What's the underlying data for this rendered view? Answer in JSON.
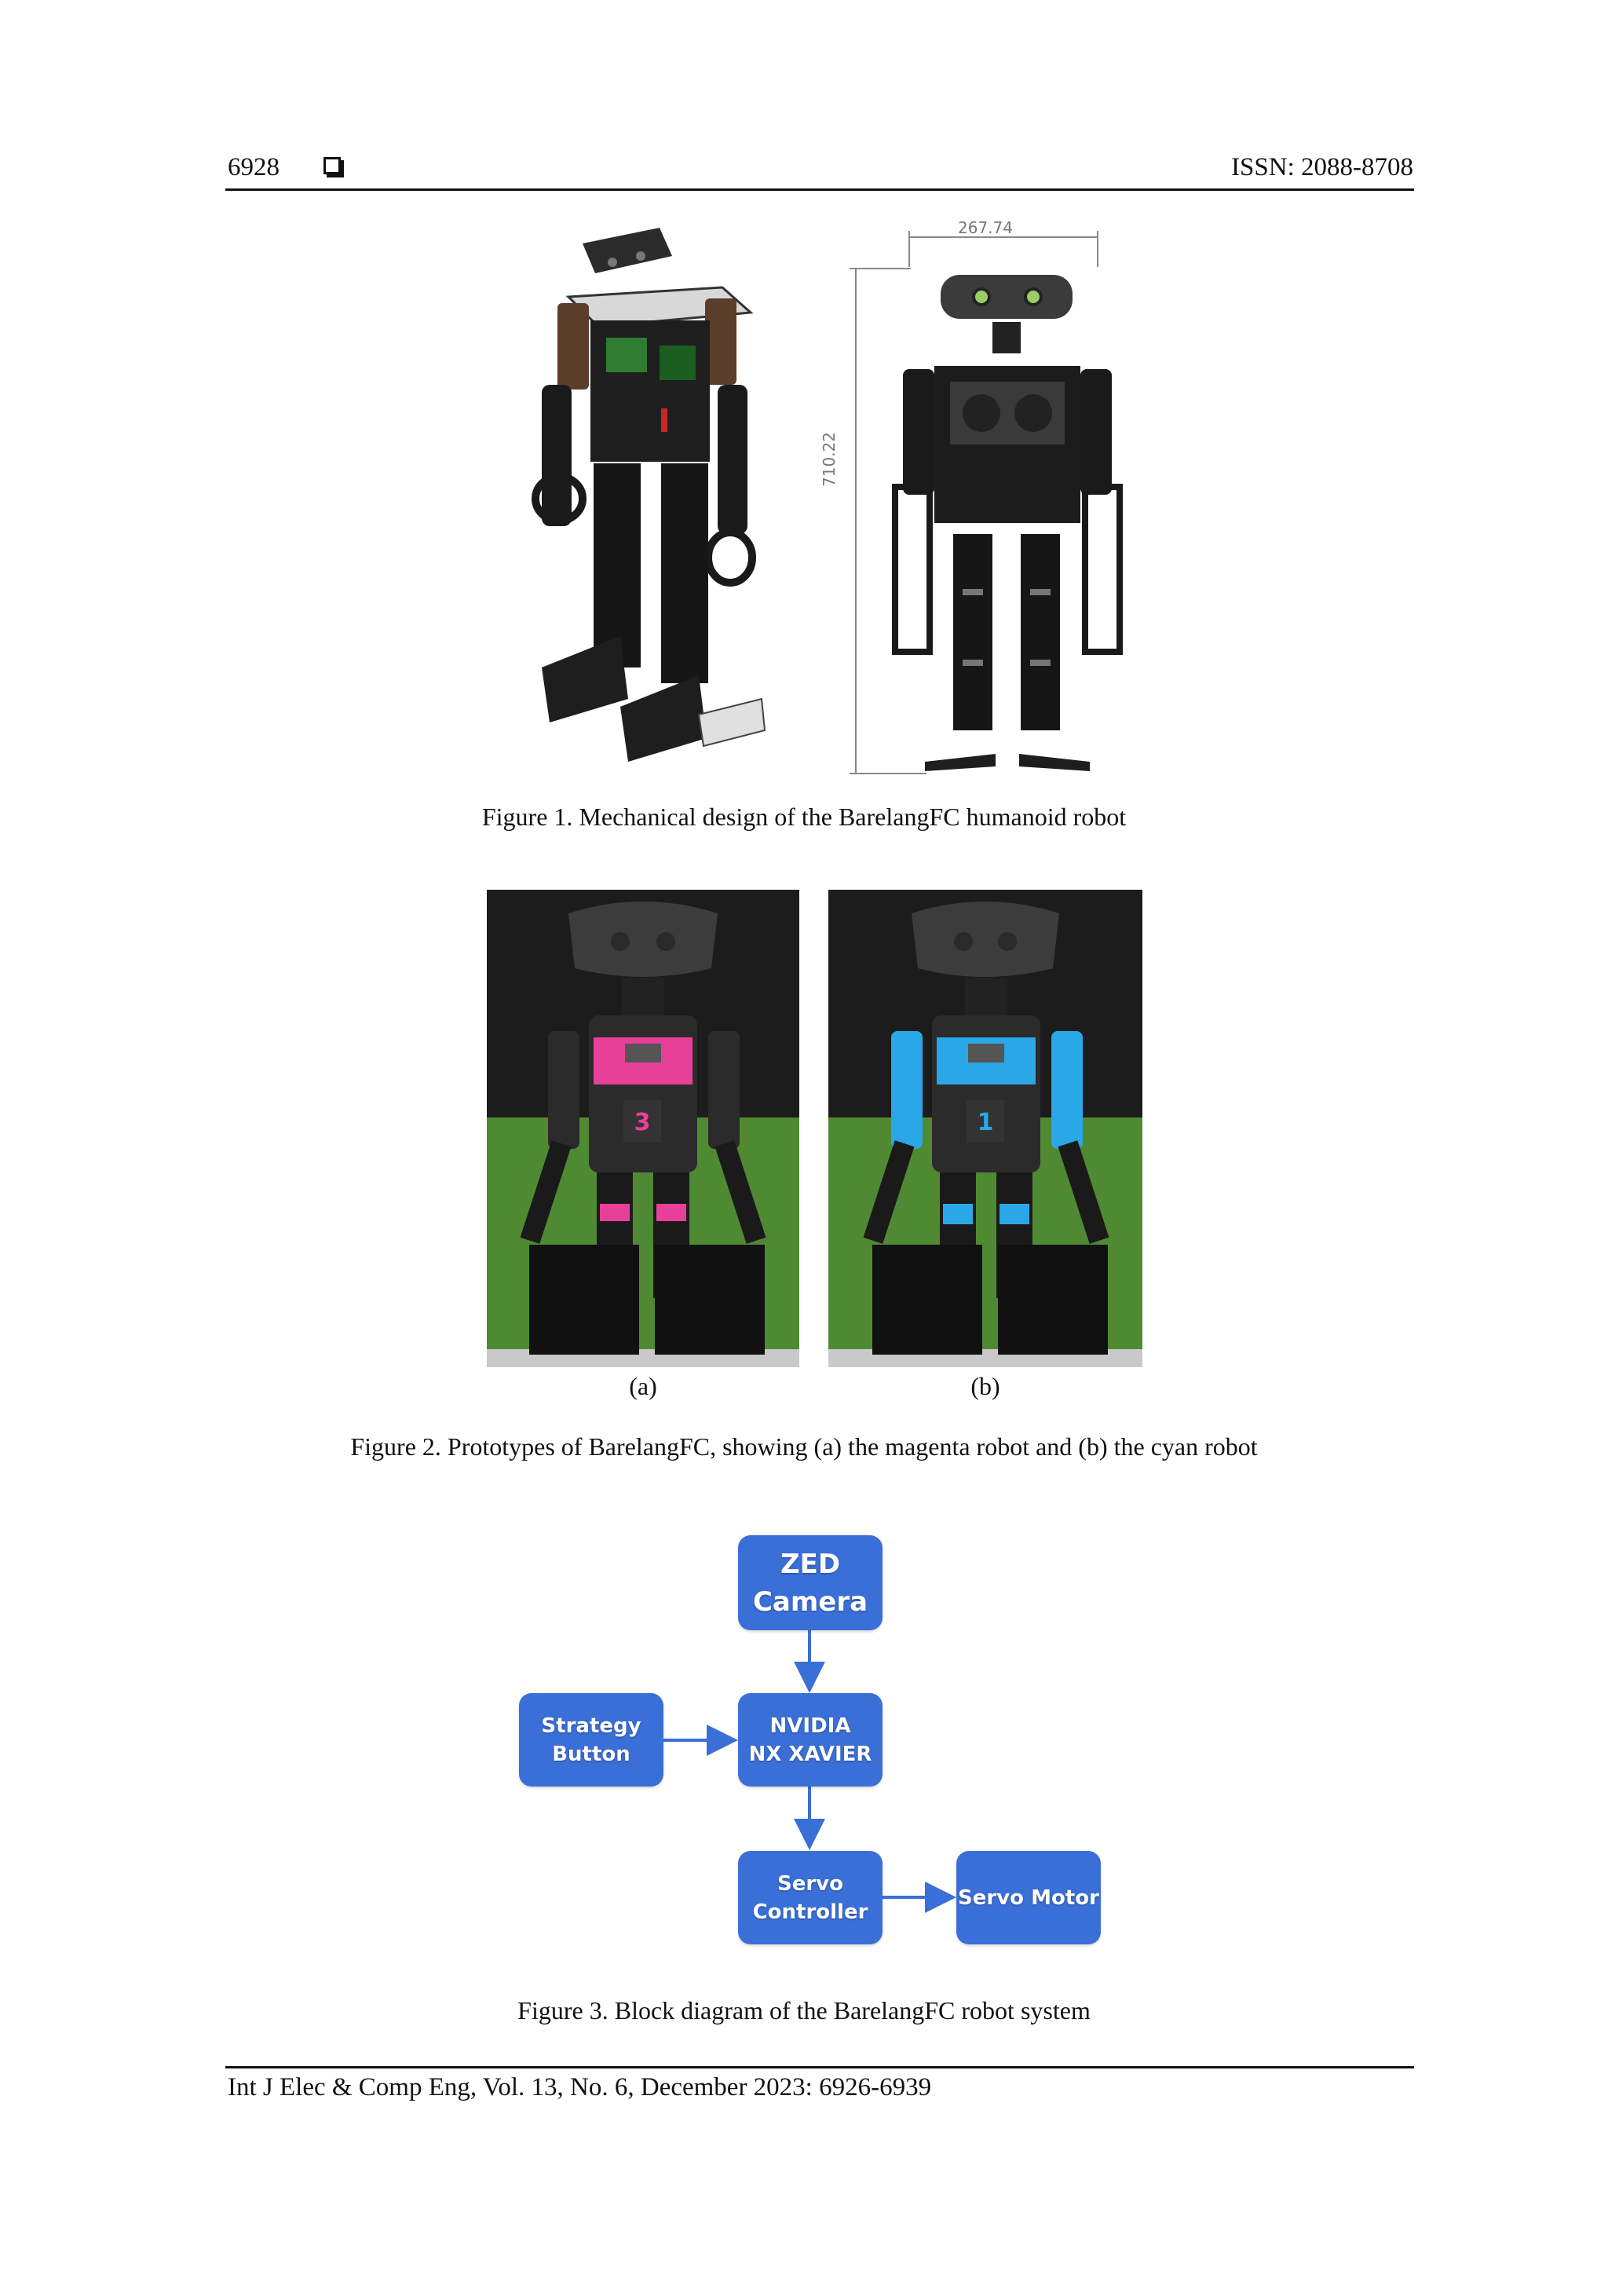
{
  "header": {
    "page_number": "6928",
    "issn": "ISSN: 2088-8708"
  },
  "figure1": {
    "dimension_width": "267.74",
    "dimension_height": "710.22",
    "caption": "Figure 1. Mechanical design of the BarelangFC humanoid robot"
  },
  "figure2": {
    "label_a": "(a)",
    "label_b": "(b)",
    "magenta_badge": "3",
    "cyan_badge": "1",
    "caption": "Figure 2. Prototypes of BarelangFC, showing (a) the magenta robot and (b) the cyan robot"
  },
  "figure3": {
    "nodes": {
      "zed": "ZED\nCamera",
      "strategy": "Strategy\nButton",
      "nvidia": "NVIDIA\nNX XAVIER",
      "servo_controller": "Servo\nController",
      "servo_motor": "Servo Motor"
    },
    "caption": "Figure 3. Block diagram of the BarelangFC robot system"
  },
  "footer": {
    "journal": "Int J Elec & Comp Eng, Vol. 13, No. 6, December 2023: 6926-6939"
  },
  "colors": {
    "block": "#3a6fd8",
    "magenta": "#e8409a",
    "cyan": "#2aa7e6",
    "grass": "#4f8a32"
  }
}
